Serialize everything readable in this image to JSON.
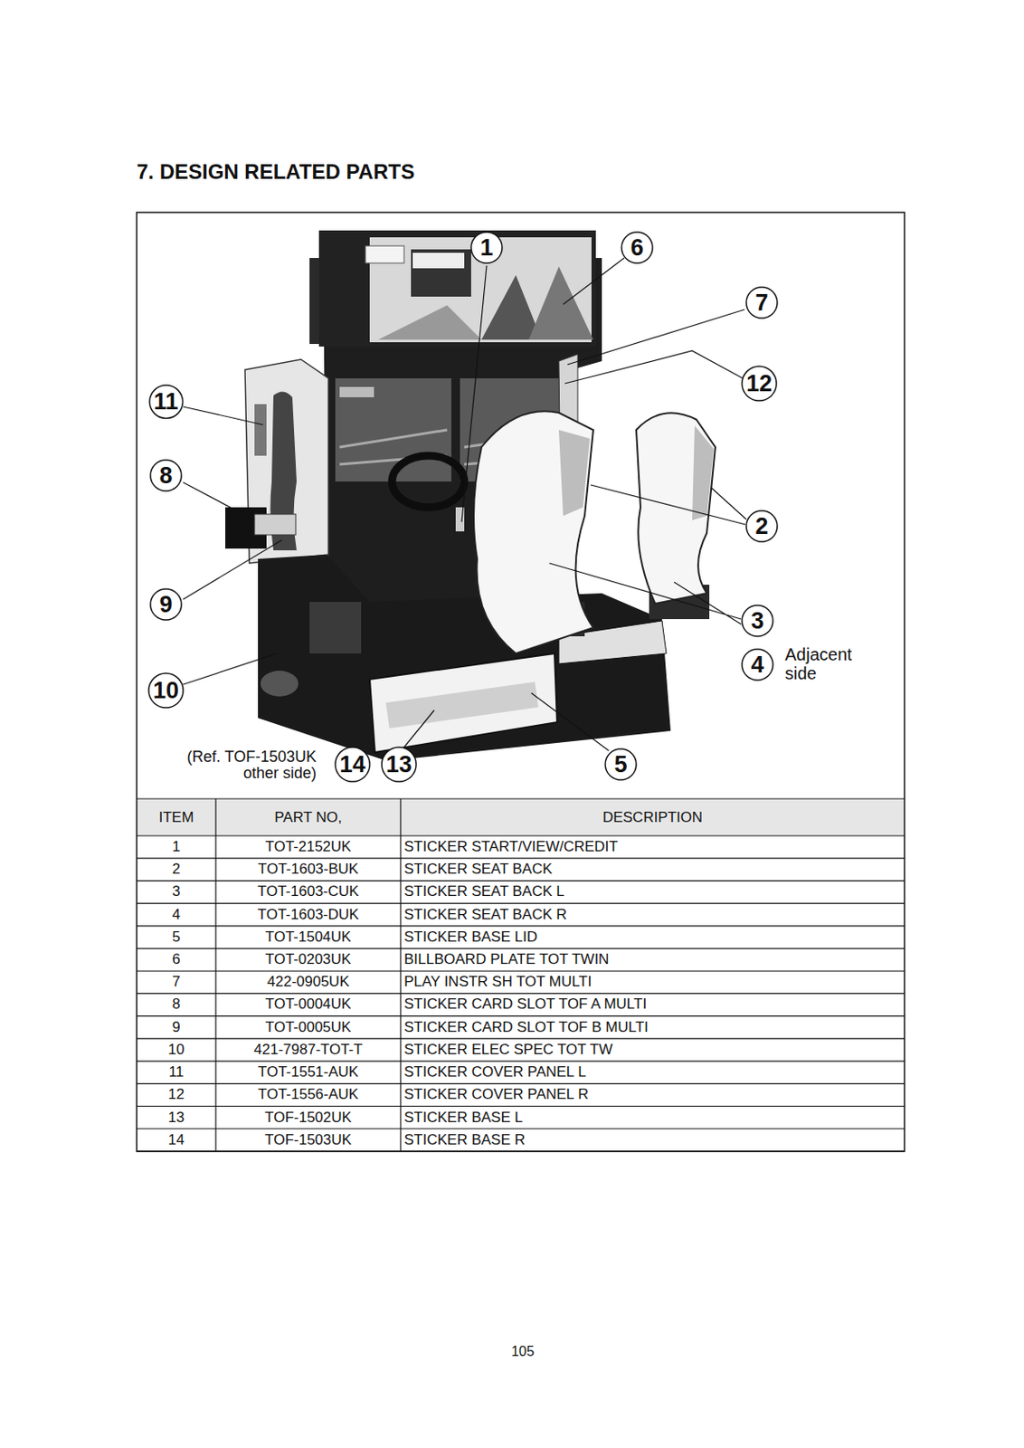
{
  "diagram": {
    "title": "7. DESIGN RELATED PARTS",
    "nodes": [
      {
        "text": [
          "1"
        ]
      },
      {
        "text": [
          "6"
        ]
      },
      {
        "text": [
          "7"
        ]
      },
      {
        "text": [
          "12"
        ]
      },
      {
        "text": [
          "11"
        ]
      },
      {
        "text": [
          "8"
        ]
      },
      {
        "text": [
          "2"
        ]
      },
      {
        "text": [
          "9"
        ]
      },
      {
        "text": [
          "3"
        ]
      },
      {
        "text": [
          "4"
        ]
      },
      {
        "text": [
          "10"
        ]
      },
      {
        "text": [
          "14"
        ]
      },
      {
        "text": [
          "13"
        ]
      },
      {
        "text": [
          "5"
        ]
      }
    ],
    "labels": [
      "Adjacent side",
      "(Ref. TOF-1503UK other side)",
      "ITEM",
      "PART NO,",
      "DESCRIPTION",
      "1",
      "TOT-2152UK",
      "STICKER START/VIEW/CREDIT",
      "2",
      "TOT-1603-BUK",
      "STICKER SEAT BACK",
      "3",
      "TOT-1603-CUK",
      "STICKER SEAT BACK L",
      "4",
      "TOT-1603-DUK",
      "STICKER SEAT BACK R",
      "5",
      "TOT-1504UK",
      "STICKER BASE LID",
      "6",
      "TOT-0203UK",
      "BILLBOARD PLATE TOT TWIN",
      "7",
      "422-0905UK",
      "PLAY INSTR SH TOT MULTI",
      "8",
      "TOT-0004UK",
      "STICKER CARD SLOT TOF A MULTI",
      "9",
      "TOT-0005UK",
      "STICKER CARD SLOT TOF B MULTI",
      "10",
      "421-7987-TOT-T",
      "STICKER ELEC SPEC TOT TW",
      "11",
      "TOT-1551-AUK",
      "STICKER COVER PANEL L",
      "12",
      "TOT-1556-AUK",
      "STICKER COVER PANEL R",
      "13",
      "TOF-1502UK",
      "STICKER BASE L",
      "14",
      "TOF-1503UK",
      "STICKER BASE R",
      "105"
    ]
  }
}
